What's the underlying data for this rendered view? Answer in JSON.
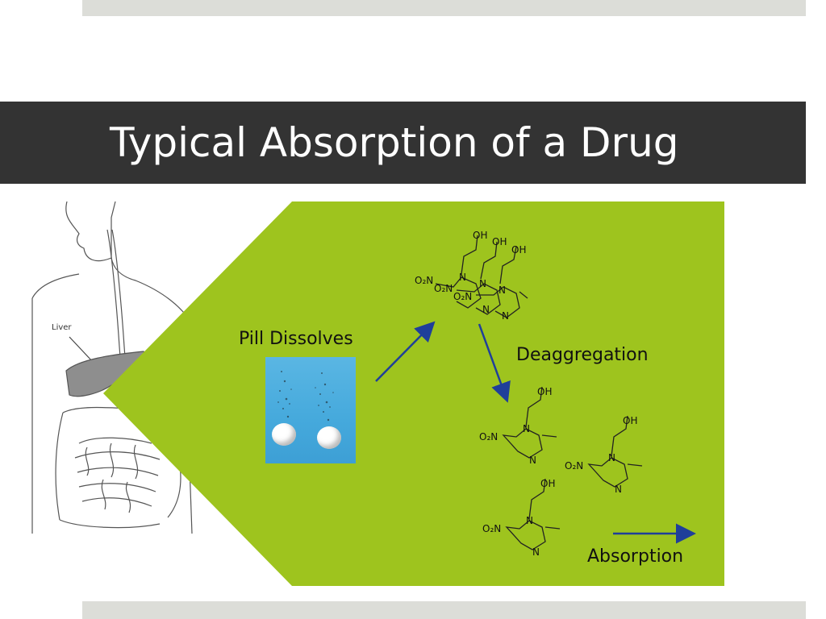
{
  "slide": {
    "title": "Typical Absorption of a Drug"
  },
  "anatomy": {
    "liver_label": "Liver"
  },
  "steps": {
    "pill_label": "Pill Dissolves",
    "deagg_label": "Deaggregation",
    "absorption_label": "Absorption"
  },
  "molecule": {
    "oh": "OH",
    "o2n": "O₂N",
    "n": "N"
  },
  "colors": {
    "title_band": "#333333",
    "panel_green": "#9ec41e",
    "arrow_blue": "#1f3f9a",
    "accent_bar": "#dcddd8"
  }
}
